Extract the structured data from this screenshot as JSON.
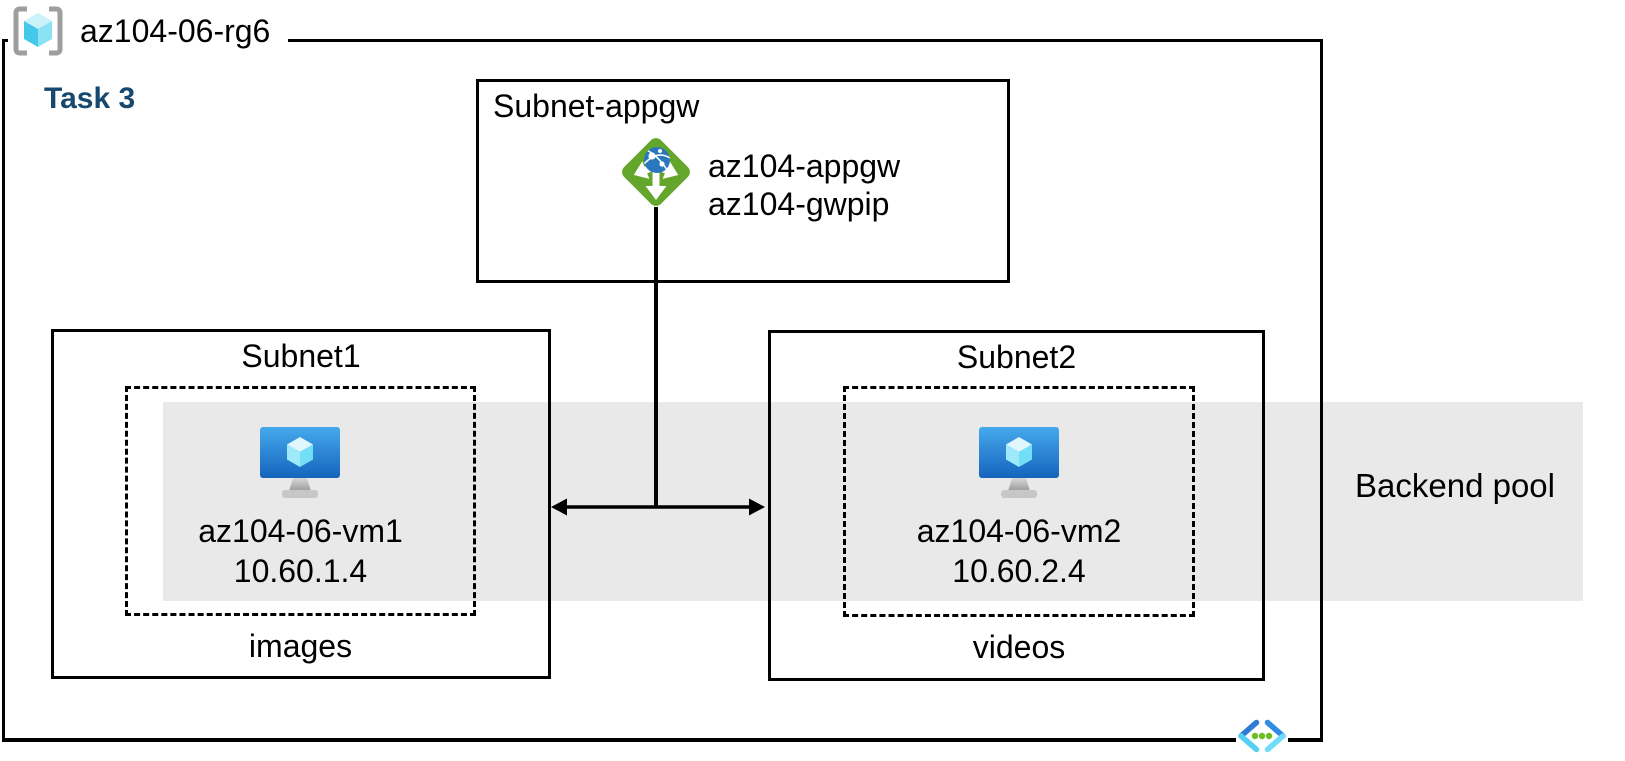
{
  "diagram": {
    "resource_group": {
      "name": "az104-06-rg6",
      "icon": "resource-group-icon"
    },
    "task": "Task 3",
    "gateway_subnet": {
      "title": "Subnet-appgw",
      "icon": "application-gateway-icon",
      "name": "az104-appgw",
      "public_ip": "az104-gwpip"
    },
    "subnet1": {
      "title": "Subnet1",
      "vm": {
        "icon": "virtual-machine-icon",
        "name": "az104-06-vm1",
        "ip": "10.60.1.4"
      },
      "caption": "images"
    },
    "subnet2": {
      "title": "Subnet2",
      "vm": {
        "icon": "virtual-machine-icon",
        "name": "az104-06-vm2",
        "ip": "10.60.2.4"
      },
      "caption": "videos"
    },
    "backend_pool": "Backend pool",
    "vnet_icon": "virtual-network-icon"
  },
  "colors": {
    "border": "#000000",
    "task_text": "#17486F",
    "backend_band": "#E9E9E9",
    "appgw_green": "#64A52B",
    "globe_blue": "#2A77BE",
    "vm_blue_top": "#46A9EC",
    "vm_blue_bottom": "#1564BD",
    "cube_cyan": "#7ADEF2",
    "bracket_gray": "#9E9E9E",
    "vnet_blue": "#2F7BD6",
    "vnet_cyan": "#5FD4F6",
    "vnet_dot_green": "#6CBE22"
  }
}
